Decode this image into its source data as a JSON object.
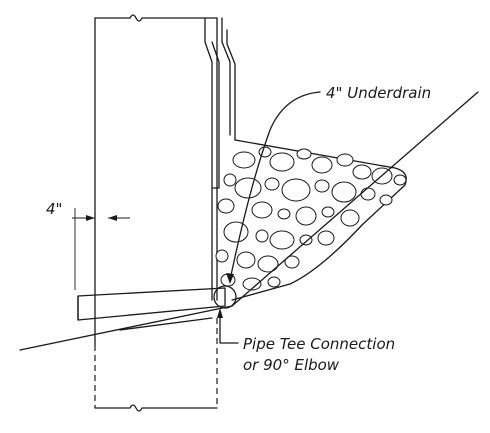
{
  "labels": {
    "underdrain": "4\" Underdrain",
    "offset": "4\"",
    "connection_line1": "Pipe Tee Connection",
    "connection_line2": "or 90° Elbow"
  }
}
